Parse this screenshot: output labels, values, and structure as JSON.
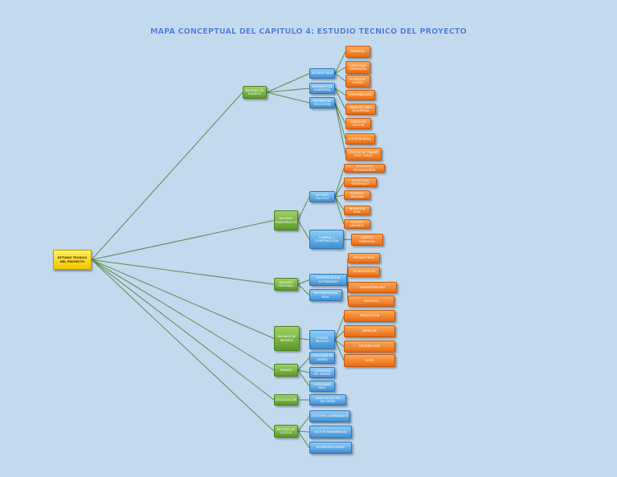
{
  "title": "MAPA CONCEPTUAL DEL CAPITULO 4: ESTUDIO TECNICO DEL PROYECTO",
  "colors": {
    "background": "#c2d9ee",
    "root": "#f6d100",
    "level1": "#6fae35",
    "level2": "#4a9ee0",
    "level3": "#f07d23",
    "connector": "#5f8a4a"
  },
  "root": {
    "label": "ESTUDIO TECNICO DEL PROYECTO"
  },
  "branches": [
    {
      "label": "ESTUDIO DE EQUIPOS",
      "children": [
        {
          "label": "ACTIVOS FIJOS",
          "children": []
        },
        {
          "label": "VARIABLES DE INVERSION",
          "children": []
        },
        {
          "label": "CRITERIO DE SELECCION",
          "children": []
        }
      ],
      "leaves": [
        "PROVEED.",
        "CAPACIDAD DIMENSION",
        "FLEXIBILID. DISEÑO",
        "DISPONIBILIDAD",
        "MANO DE OBRA REQUERIDA",
        "COSTO DE GESTOR",
        "EQUIPOS AUXIL.",
        "COSTOS DE TRANSP. POST VENTA"
      ]
    },
    {
      "label": "BALANCE INFRAESTRUCTURA",
      "children": [
        {
          "label": "METODO CALCULO",
          "children": [
            "SELECCION PROVEEDORES",
            "SELECCION MATERIALES",
            "EQUIPOS MAQUINA",
            "INVERSION REAL",
            "COSTOS ADMINIST."
          ]
        },
        {
          "label": "COMPRA O CONSTRUCCION",
          "children": [
            "COSTOS OPERATIVO"
          ]
        }
      ]
    },
    {
      "label": "BALANCE PERSONAL",
      "children": [
        {
          "label": "ESPECIFICACION ACTIVIDADES",
          "children": [
            "PRODUCTIVAS",
            "TECNOLOGICAS",
            "ADMINISTRATIVAS",
            "SERVICIOS"
          ]
        },
        {
          "label": "REMUNERACION REAL",
          "children": []
        }
      ]
    },
    {
      "label": "BALANCE DE INSUMOS",
      "children": [
        {
          "label": "COSTOS INSUMOS",
          "children": [
            "PRODUCCION",
            "EMBALAJE",
            "DISTRIBUCION",
            "VENTA"
          ]
        }
      ]
    },
    {
      "label": "TAMAÑO",
      "children": [
        {
          "label": "CAPACIDAD DE DISEÑO",
          "children": []
        },
        {
          "label": "CAPACIDAD DEL DISEÑO",
          "children": []
        },
        {
          "label": "CAPACIDAD REAL",
          "children": []
        }
      ]
    },
    {
      "label": "LOCALIZACION",
      "children": [
        {
          "label": "ANALISIS DE LOS FACTORES",
          "children": []
        }
      ]
    },
    {
      "label": "METODO DE COSTOS",
      "children": [
        {
          "label": "FACTORES COMBINADOS",
          "children": []
        },
        {
          "label": "FACTOR EXPONENCIAL",
          "children": []
        },
        {
          "label": "REGRESION SIMPLE",
          "children": []
        }
      ]
    }
  ]
}
